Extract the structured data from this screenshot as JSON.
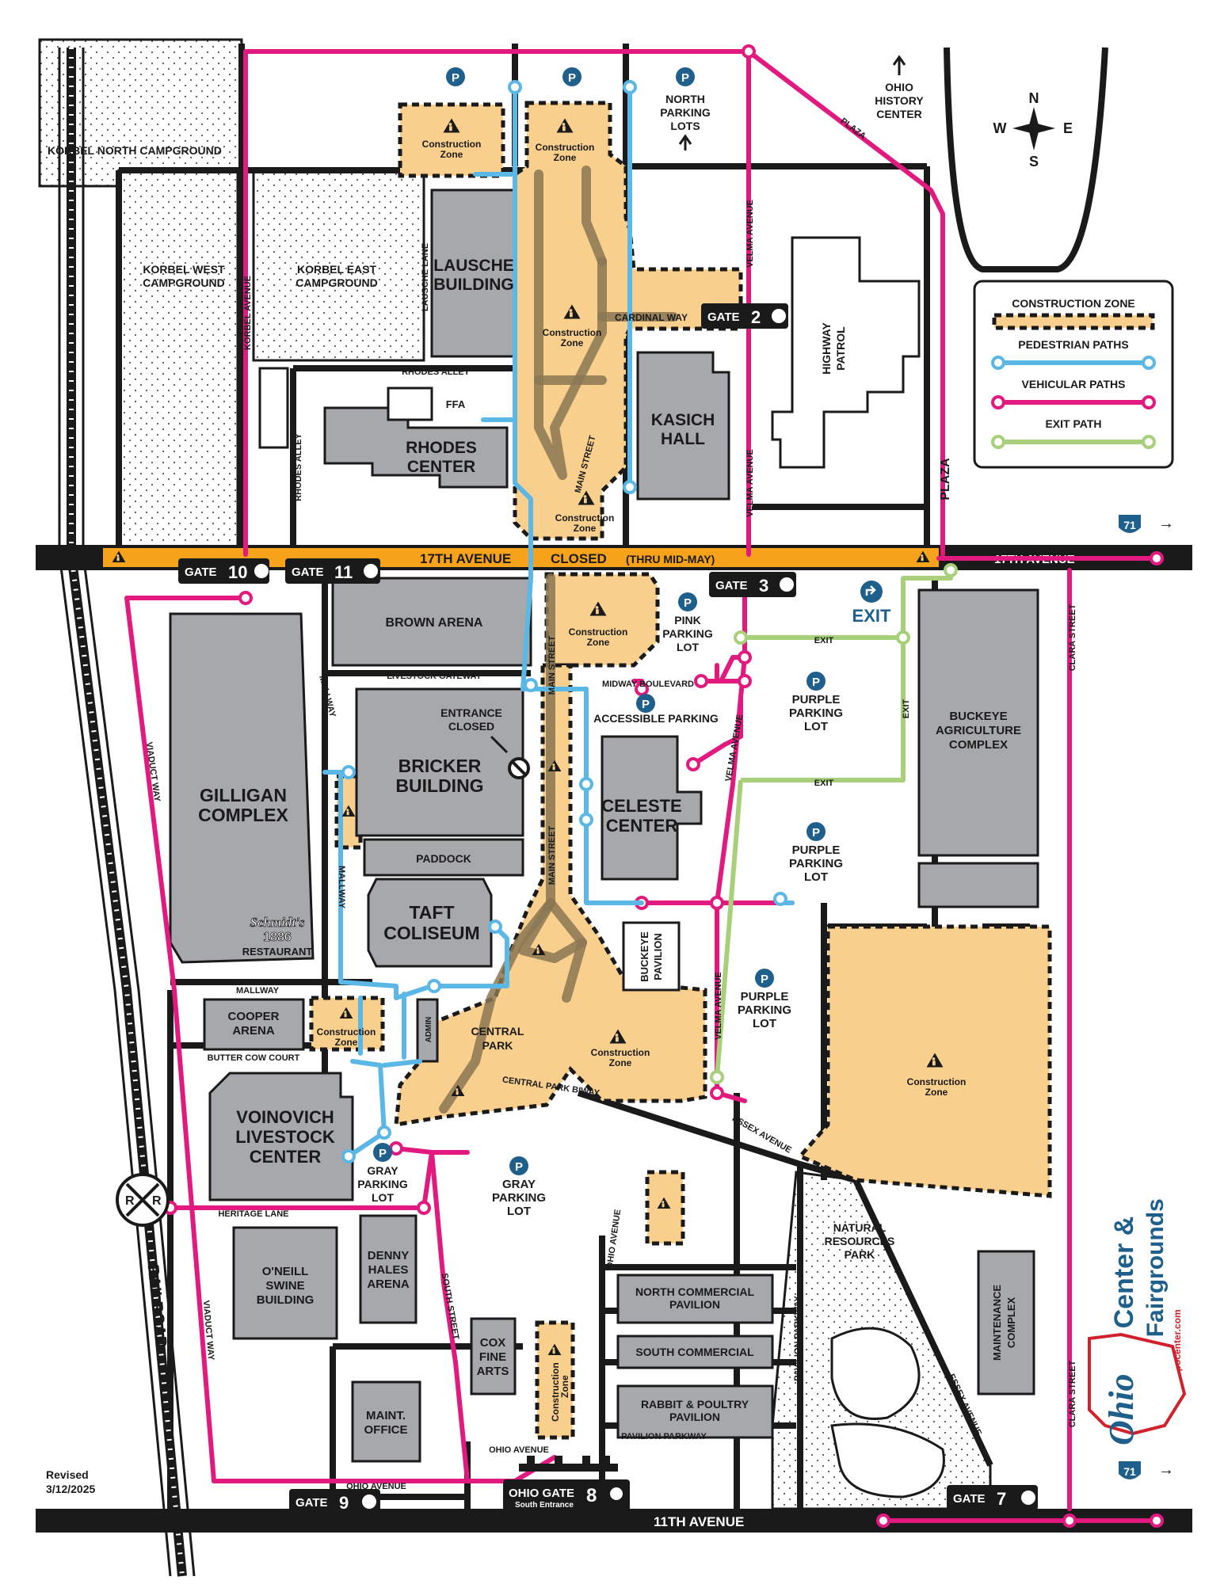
{
  "title": {
    "line1": "Expo Center &",
    "line2": "State Fairgrounds",
    "website": "ohioexpocenter.com",
    "logo_text": "Ohio"
  },
  "revised": {
    "line1": "Revised",
    "line2": "3/12/2025"
  },
  "compass": {
    "n": "N",
    "s": "S",
    "e": "E",
    "w": "W"
  },
  "legend": {
    "construction": "CONSTRUCTION ZONE",
    "pedestrian": "PEDESTRIAN PATHS",
    "vehicular": "VEHICULAR PATHS",
    "exit": "EXIT PATH"
  },
  "colors": {
    "vehicular": "#e2197f",
    "pedestrian": "#5bb7e6",
    "exit": "#a8d07a",
    "construction": "#f9cf8e",
    "building": "#a6a8ab",
    "road_band": "#f7a21b",
    "parking_badge": "#1f5f8b"
  },
  "bands": {
    "top_road": "17TH AVENUE",
    "top_closed": "CLOSED",
    "top_note": "(THRU MID-MAY)",
    "top_right": "17TH AVENUE",
    "bottom": "11TH AVENUE"
  },
  "gates": {
    "g10": {
      "word": "GATE",
      "num": "10"
    },
    "g11": {
      "word": "GATE",
      "num": "11"
    },
    "g2": {
      "word": "GATE",
      "num": "2"
    },
    "g3": {
      "word": "GATE",
      "num": "3"
    },
    "g9": {
      "word": "GATE",
      "num": "9"
    },
    "g8": {
      "word": "OHIO GATE",
      "num": "8",
      "sub": "South Entrance"
    },
    "g7": {
      "word": "GATE",
      "num": "7"
    }
  },
  "exit_sign": "EXIT",
  "exit_small": "EXIT",
  "interstate": "71",
  "parking_letter": "P",
  "construction_label": {
    "line1": "Construction",
    "line2": "Zone"
  },
  "buildings": {
    "lausche": [
      "LAUSCHE",
      "BUILDING"
    ],
    "rhodes": [
      "RHODES",
      "CENTER"
    ],
    "kasich": [
      "KASICH",
      "HALL"
    ],
    "highway_patrol": [
      "HIGHWAY",
      "PATROL"
    ],
    "brown": "BROWN ARENA",
    "bricker": [
      "BRICKER",
      "BUILDING"
    ],
    "paddock": "PADDOCK",
    "gilligan": [
      "GILLIGAN",
      "COMPLEX"
    ],
    "schmidts": [
      "Schmidt's",
      "1886",
      "RESTAURANT"
    ],
    "taft": [
      "TAFT",
      "COLISEUM"
    ],
    "celeste": [
      "CELESTE",
      "CENTER"
    ],
    "buckeye_pavilion": [
      "BUCKEYE",
      "PAVILION"
    ],
    "buckeye_ag": [
      "BUCKEYE",
      "AGRICULTURE",
      "COMPLEX"
    ],
    "cooper": [
      "COOPER",
      "ARENA"
    ],
    "admin": "ADMIN",
    "central_park": [
      "CENTRAL",
      "PARK"
    ],
    "voinovich": [
      "VOINOVICH",
      "LIVESTOCK",
      "CENTER"
    ],
    "oneill": [
      "O'NEILL",
      "SWINE",
      "BUILDING"
    ],
    "denny": [
      "DENNY",
      "HALES",
      "ARENA"
    ],
    "cox": [
      "COX",
      "FINE",
      "ARTS"
    ],
    "maint_office": [
      "MAINT.",
      "OFFICE"
    ],
    "north_commercial": [
      "NORTH COMMERCIAL",
      "PAVILION"
    ],
    "south_commercial": "SOUTH COMMERCIAL",
    "rabbit": [
      "RABBIT & POULTRY",
      "PAVILION"
    ],
    "maintenance": [
      "MAINTENANCE",
      "COMPLEX"
    ],
    "natural_resources": [
      "NATURAL",
      "RESOURCES",
      "PARK"
    ],
    "ffa": "FFA"
  },
  "areas": {
    "korbel_north": "KORBEL NORTH CAMPGROUND",
    "korbel_west": [
      "KORBEL WEST",
      "CAMPGROUND"
    ],
    "korbel_east": [
      "KORBEL EAST",
      "CAMPGROUND"
    ],
    "north_lots": [
      "NORTH",
      "PARKING",
      "LOTS"
    ],
    "ohio_history": [
      "OHIO",
      "HISTORY",
      "CENTER"
    ],
    "pink_lot": [
      "PINK",
      "PARKING",
      "LOT"
    ],
    "accessible": "ACCESSIBLE PARKING",
    "purple1": [
      "PURPLE",
      "PARKING",
      "LOT"
    ],
    "purple2": [
      "PURPLE",
      "PARKING",
      "LOT"
    ],
    "purple3": [
      "PURPLE",
      "PARKING",
      "LOT"
    ],
    "gray1": [
      "GRAY",
      "PARKING",
      "LOT"
    ],
    "gray2": [
      "GRAY",
      "PARKING",
      "LOT"
    ],
    "entrance_closed": [
      "ENTRANCE",
      "CLOSED"
    ]
  },
  "streets": {
    "korbel_ave": "KORBEL AVENUE",
    "lausche_lane": "LAUSCHE LANE",
    "rhodes_alley_h": "RHODES ALLEY",
    "rhodes_alley_v": "RHODES ALLEY",
    "cardinal": "CARDINAL WAY",
    "main_n": "MAIN STREET",
    "main_s1": "MAIN STREET",
    "main_s2": "MAIN STREET",
    "velma1": "VELMA AVENUE",
    "velma2": "VELMA AVENUE",
    "velma3": "VELMA AVENUE",
    "velma4": "VELMA AVENUE",
    "plaza1": "PLAZA",
    "plaza2": "PLAZA",
    "livestock_gateway": "LIVESTOCK GATEWAY",
    "midway": "MIDWAY BOULEVARD",
    "mallway1": "MALLWAY",
    "mallway2": "MALLWAY",
    "mallway3": "MALLWAY",
    "viaduct1": "VIADUCT WAY",
    "viaduct2": "VIADUCT WAY",
    "butter_cow": "BUTTER COW COURT",
    "central_park_biway": "CENTRAL PARK BIWAY",
    "essex1": "ESSEX AVENUE",
    "essex2": "ESSEX AVENUE",
    "heritage": "HERITAGE LANE",
    "south_street": "SOUTH STREET",
    "ohio_ave_v": "OHIO AVENUE",
    "ohio_ave_h1": "OHIO AVENUE",
    "ohio_ave_h2": "OHIO AVENUE",
    "pavilion_pkwy_v": "PAVILION PARKWAY",
    "pavilion_pkwy_h": "PAVILION PARKWAY",
    "clara1": "CLARA STREET",
    "clara2": "CLARA STREET",
    "railroad": "RAILROAD"
  },
  "railroad_sign": {
    "r1": "R",
    "r2": "R"
  }
}
